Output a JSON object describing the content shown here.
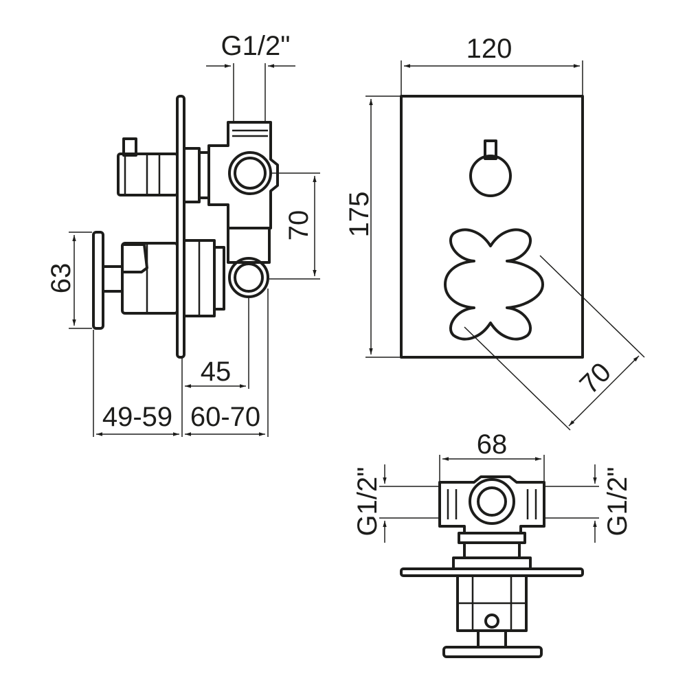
{
  "dimensions": {
    "side_thread_top": "G1/2\"",
    "side_height_70": "70",
    "side_plate_63": "63",
    "side_depth_45": "45",
    "side_range_49_59": "49-59",
    "side_range_60_70": "60-70",
    "front_width_120": "120",
    "front_height_175": "175",
    "front_handle_70": "70",
    "bottom_width_68": "68",
    "bottom_thread_left": "G1/2\"",
    "bottom_thread_right": "G1/2\""
  }
}
